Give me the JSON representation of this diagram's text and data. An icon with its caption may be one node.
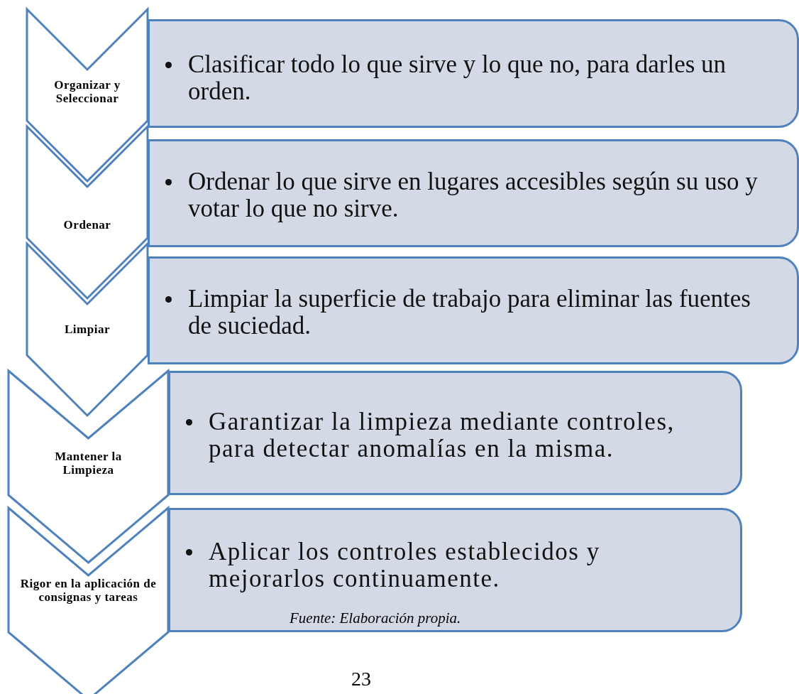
{
  "diagram": {
    "caption": "Fuente: Elaboración propia.",
    "nodes": [
      {
        "text": [
          "Organizar y Seleccionar"
        ]
      },
      {
        "text": [
          "Clasificar todo lo que sirve y lo que no, para darles un orden."
        ]
      },
      {
        "text": [
          "Ordenar"
        ]
      },
      {
        "text": [
          "Ordenar lo que sirve en lugares accesibles según su uso y votar lo que no sirve."
        ]
      },
      {
        "text": [
          "Limpiar"
        ]
      },
      {
        "text": [
          "Limpiar la superficie de trabajo para eliminar las fuentes de suciedad."
        ]
      },
      {
        "text": [
          "Mantener la Limpieza"
        ]
      },
      {
        "text": [
          "Garantizar la limpieza mediante controles, para detectar anomalías en la misma."
        ]
      },
      {
        "text": [
          "Rigor en la aplicación de consignas y tareas"
        ]
      },
      {
        "text": [
          "Aplicar los controles establecidos y mejorarlos continuamente."
        ]
      }
    ],
    "labels": [
      "23"
    ]
  }
}
